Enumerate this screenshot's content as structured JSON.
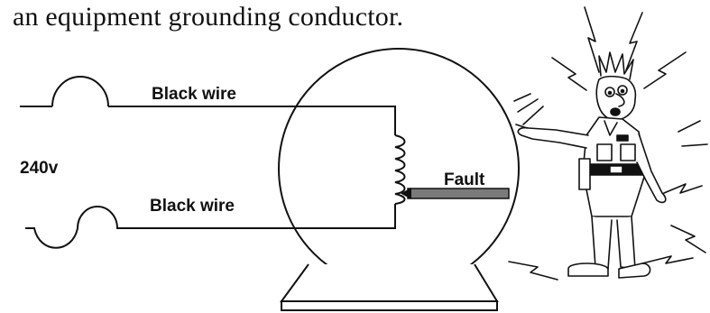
{
  "caption": "an equipment grounding conductor.",
  "labels": {
    "top_wire": "Black wire",
    "bottom_wire": "Black wire",
    "voltage": "240v",
    "fault": "Fault"
  },
  "colors": {
    "fault_bar": "#7a7a7a",
    "line": "#111111"
  },
  "icons": [
    "fuse-icon",
    "motor-winding-icon",
    "shocked-electrician-illustration"
  ]
}
